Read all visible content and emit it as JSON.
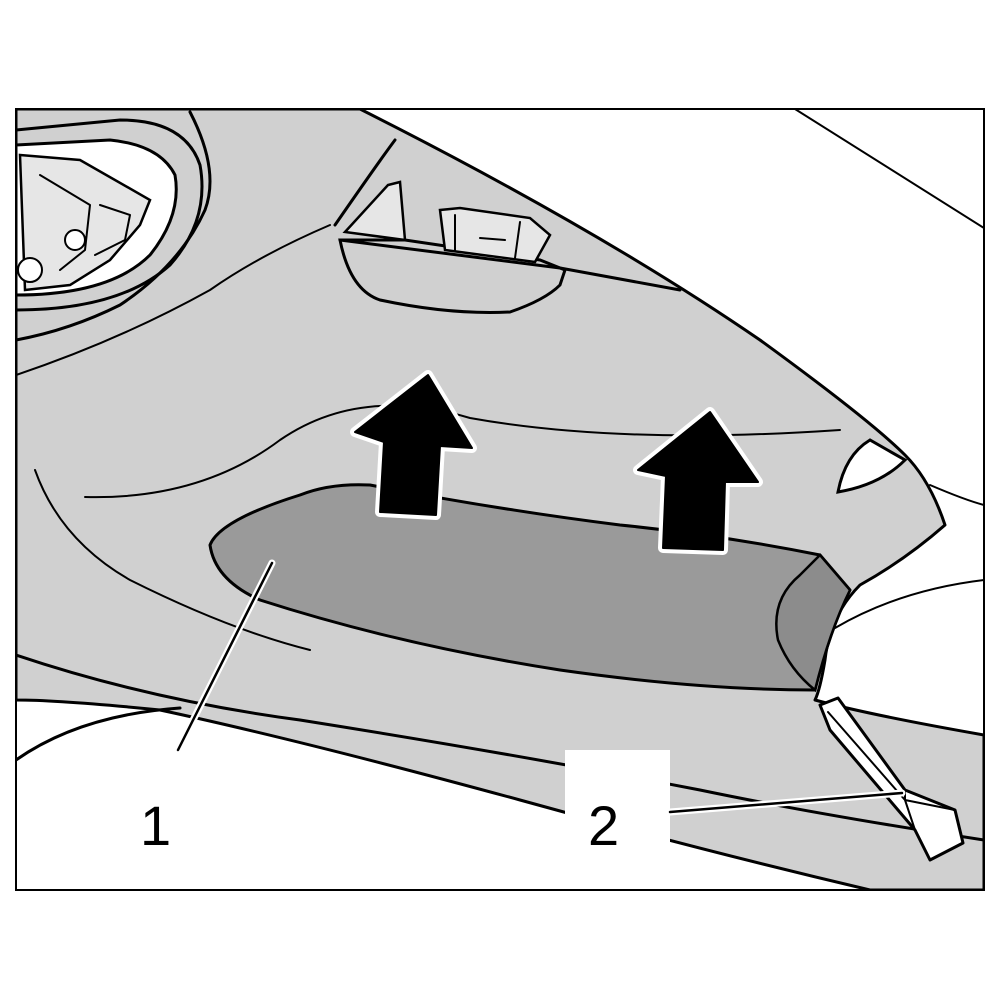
{
  "colors": {
    "background": "#ffffff",
    "panel": "#d0d0d0",
    "trim_piece": "#9a9a9a",
    "stroke": "#000000",
    "arrow": "#000000",
    "arrow_outline": "#ffffff"
  },
  "callouts": [
    {
      "id": "1",
      "label": "1",
      "target": "trim-panel"
    },
    {
      "id": "2",
      "label": "2",
      "target": "pry-tool"
    }
  ],
  "arrows": [
    {
      "direction": "up",
      "icon": "arrow-up-icon"
    },
    {
      "direction": "up",
      "icon": "arrow-up-icon"
    }
  ]
}
